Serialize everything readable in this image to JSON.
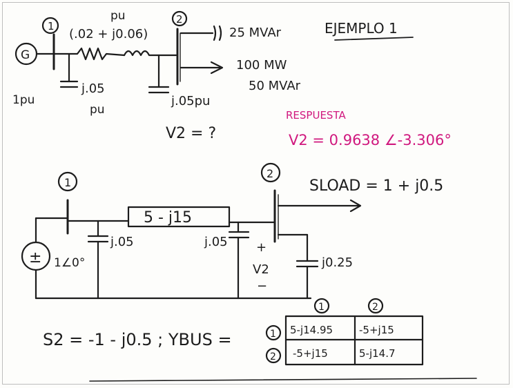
{
  "title": "EJEMPLO 1",
  "top": {
    "bus1_num": "1",
    "bus2_num": "2",
    "gen": "G",
    "gen_voltage": "1pu",
    "line_unit": "pu",
    "line_impedance": "(.02 + j0.06)",
    "shunt_left": "j.05",
    "shunt_left_unit": "pu",
    "shunt_right": "j.05pu",
    "cap_load": "25 MVAr",
    "load_p": "100 MW",
    "load_q": "50 MVAr",
    "question": "V2 = ?"
  },
  "answer": {
    "label": "RESPUESTA",
    "value": "V2 = 0.9638 ∠-3.306°",
    "color": "#d0187e"
  },
  "circuit": {
    "bus1": "1",
    "bus2": "2",
    "series_admittance": "5 - j15",
    "shunt1": "j.05",
    "shunt2": "j.05",
    "source_voltage": "1∠0°",
    "source_symbol": "±",
    "load_label": "SLOAD = 1 + j0.5",
    "cap": "j0.25",
    "v2_plus": "+",
    "v2": "V2",
    "v2_minus": "−"
  },
  "ybus": {
    "s2_eq": "S2 = -1 - j0.5 ; YBUS =",
    "col_headers": [
      "1",
      "2"
    ],
    "row_headers": [
      "1",
      "2"
    ],
    "rows": [
      [
        "5-j14.95",
        "-5+j15"
      ],
      [
        "-5+j15",
        "5-j14.7"
      ]
    ]
  }
}
